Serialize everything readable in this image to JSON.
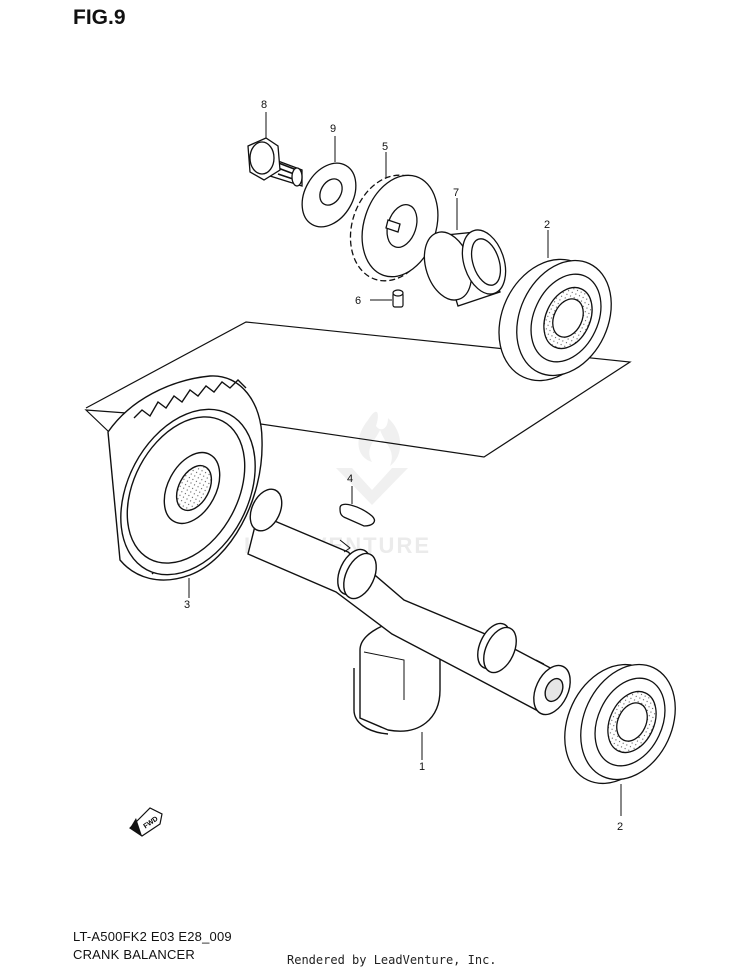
{
  "figure": {
    "title": "FIG.9",
    "model_code": "LT-A500FK2 E03 E28_009",
    "name": "CRANK BALANCER",
    "credit": "Rendered by LeadVenture, Inc.",
    "watermark": "LEADVENTURE",
    "fwd_label": "FWD"
  },
  "callouts": [
    {
      "id": "callout-8",
      "label": "8",
      "part": "bolt"
    },
    {
      "id": "callout-9",
      "label": "9",
      "part": "washer"
    },
    {
      "id": "callout-5",
      "label": "5",
      "part": "drive gear"
    },
    {
      "id": "callout-7",
      "label": "7",
      "part": "spacer"
    },
    {
      "id": "callout-2a",
      "label": "2",
      "part": "bearing"
    },
    {
      "id": "callout-6",
      "label": "6",
      "part": "pin"
    },
    {
      "id": "callout-4",
      "label": "4",
      "part": "key"
    },
    {
      "id": "callout-3",
      "label": "3",
      "part": "driven gear"
    },
    {
      "id": "callout-1",
      "label": "1",
      "part": "crank balancer shaft"
    },
    {
      "id": "callout-2b",
      "label": "2",
      "part": "bearing"
    }
  ]
}
